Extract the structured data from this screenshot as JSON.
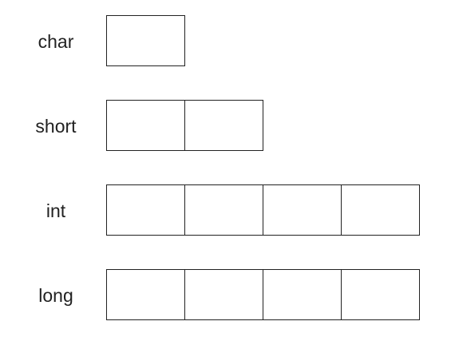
{
  "rows": [
    {
      "label": "char",
      "bytes": 1
    },
    {
      "label": "short",
      "bytes": 2
    },
    {
      "label": "int",
      "bytes": 4
    },
    {
      "label": "long",
      "bytes": 4
    }
  ]
}
